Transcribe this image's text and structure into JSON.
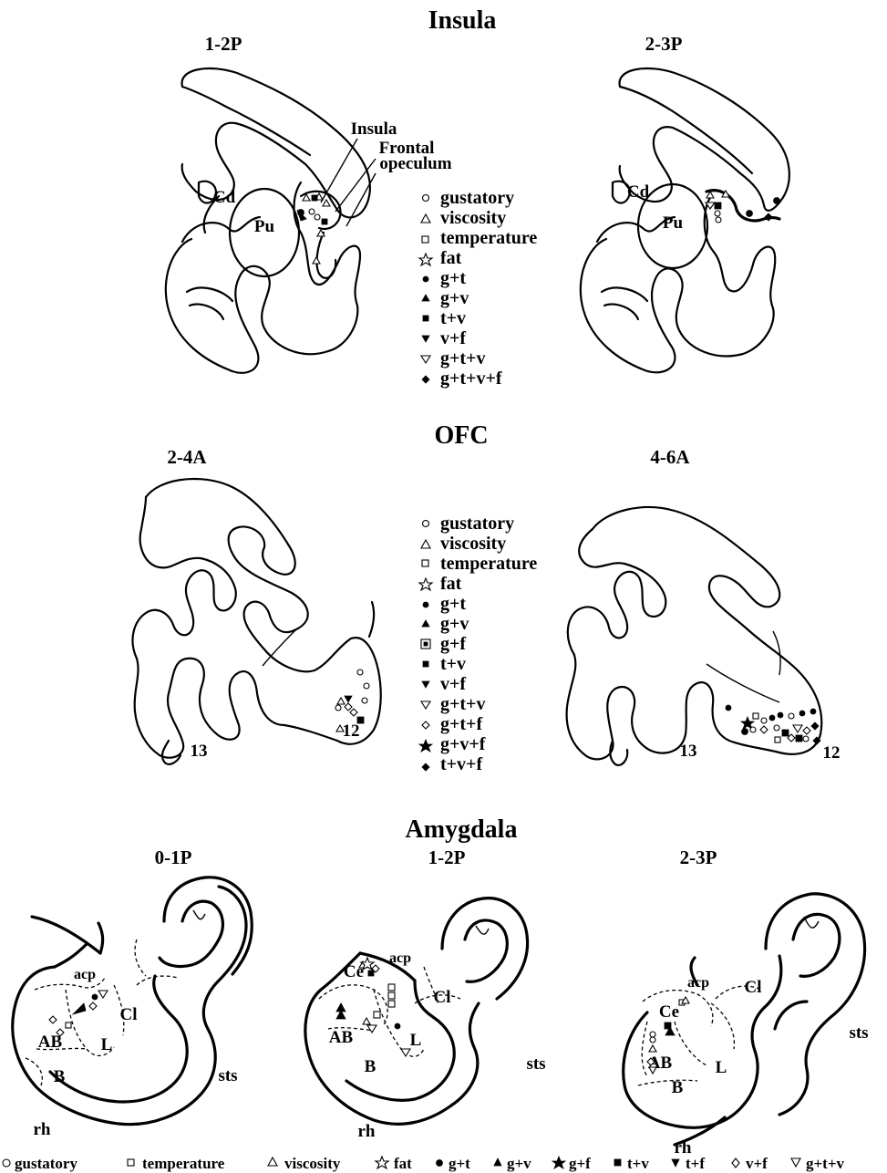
{
  "sections": {
    "insula": {
      "title": "Insula",
      "panels": [
        {
          "level": "1-2P",
          "labels": [
            "Cd",
            "Pu",
            "Insula",
            "Frontal",
            "opeculum"
          ]
        },
        {
          "level": "2-3P",
          "labels": [
            "Cd",
            "Pu"
          ]
        }
      ],
      "legend": [
        {
          "symbol": "open-circle-icon",
          "label": "gustatory"
        },
        {
          "symbol": "open-triangle-up-icon",
          "label": "viscosity"
        },
        {
          "symbol": "open-square-icon",
          "label": "temperature"
        },
        {
          "symbol": "open-star-icon",
          "label": "fat"
        },
        {
          "symbol": "filled-circle-icon",
          "label": "g+t"
        },
        {
          "symbol": "filled-triangle-up-icon",
          "label": "g+v"
        },
        {
          "symbol": "filled-square-icon",
          "label": "t+v"
        },
        {
          "symbol": "filled-triangle-down-icon",
          "label": "v+f"
        },
        {
          "symbol": "open-triangle-down-icon",
          "label": "g+t+v"
        },
        {
          "symbol": "filled-diamond-icon",
          "label": "g+t+v+f"
        }
      ]
    },
    "ofc": {
      "title": "OFC",
      "panels": [
        {
          "level": "2-4A",
          "labels": [
            "13",
            "12"
          ]
        },
        {
          "level": "4-6A",
          "labels": [
            "13",
            "12"
          ]
        }
      ],
      "legend": [
        {
          "symbol": "open-circle-icon",
          "label": "gustatory"
        },
        {
          "symbol": "open-triangle-up-icon",
          "label": "viscosity"
        },
        {
          "symbol": "open-square-icon",
          "label": "temperature"
        },
        {
          "symbol": "open-star-icon",
          "label": "fat"
        },
        {
          "symbol": "filled-circle-icon",
          "label": "g+t"
        },
        {
          "symbol": "filled-triangle-up-icon",
          "label": "g+v"
        },
        {
          "symbol": "boxed-square-icon",
          "label": "g+f"
        },
        {
          "symbol": "filled-square-icon",
          "label": "t+v"
        },
        {
          "symbol": "filled-triangle-down-icon",
          "label": "v+f"
        },
        {
          "symbol": "open-triangle-down-icon",
          "label": "g+t+v"
        },
        {
          "symbol": "open-diamond-icon",
          "label": "g+t+f"
        },
        {
          "symbol": "filled-star-icon",
          "label": "g+v+f"
        },
        {
          "symbol": "filled-diamond-icon",
          "label": "t+v+f"
        }
      ]
    },
    "amygdala": {
      "title": "Amygdala",
      "panels": [
        {
          "level": "0-1P",
          "labels": [
            "acp",
            "AB",
            "L",
            "Cl",
            "B",
            "sts",
            "rh"
          ]
        },
        {
          "level": "1-2P",
          "labels": [
            "acp",
            "Ce",
            "Cl",
            "AB",
            "L",
            "B",
            "sts",
            "rh"
          ]
        },
        {
          "level": "2-3P",
          "labels": [
            "acp",
            "Cl",
            "Ce",
            "AB",
            "L",
            "B",
            "sts",
            "rh"
          ]
        }
      ],
      "legend": [
        {
          "symbol": "open-circle-icon",
          "label": "gustatory"
        },
        {
          "symbol": "open-square-icon",
          "label": "temperature"
        },
        {
          "symbol": "open-triangle-up-icon",
          "label": "viscosity"
        },
        {
          "symbol": "open-star-icon",
          "label": "fat"
        },
        {
          "symbol": "filled-circle-icon",
          "label": "g+t"
        },
        {
          "symbol": "filled-triangle-up-icon",
          "label": "g+v"
        },
        {
          "symbol": "filled-star-icon",
          "label": "g+f"
        },
        {
          "symbol": "filled-square-icon",
          "label": "t+v"
        },
        {
          "symbol": "filled-triangle-down-icon",
          "label": "t+f"
        },
        {
          "symbol": "open-diamond-icon",
          "label": "v+f"
        },
        {
          "symbol": "open-triangle-down-icon",
          "label": "g+t+v"
        }
      ]
    }
  }
}
